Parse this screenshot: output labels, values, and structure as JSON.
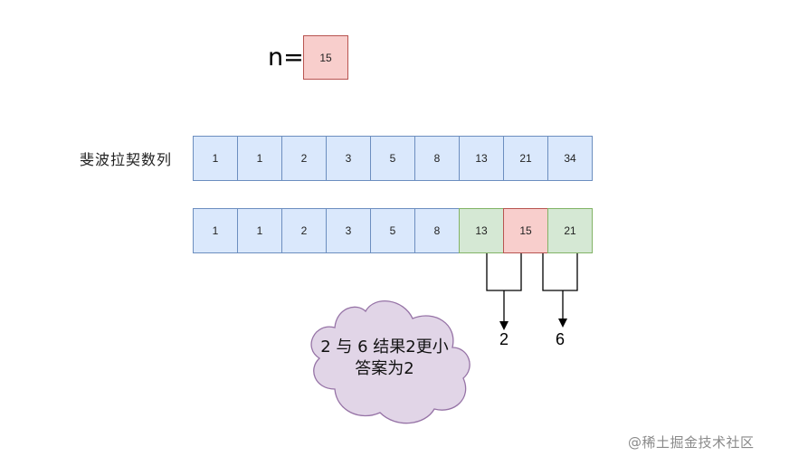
{
  "n_label": "n=",
  "n_value": "15",
  "row_label": "斐波拉契数列",
  "fib_row": [
    "1",
    "1",
    "2",
    "3",
    "5",
    "8",
    "13",
    "21",
    "34"
  ],
  "insert_row": [
    {
      "value": "1",
      "style": "blue"
    },
    {
      "value": "1",
      "style": "blue"
    },
    {
      "value": "2",
      "style": "blue"
    },
    {
      "value": "3",
      "style": "blue"
    },
    {
      "value": "5",
      "style": "blue"
    },
    {
      "value": "8",
      "style": "blue"
    },
    {
      "value": "13",
      "style": "green"
    },
    {
      "value": "15",
      "style": "red"
    },
    {
      "value": "21",
      "style": "green"
    }
  ],
  "diff_left": "2",
  "diff_right": "6",
  "cloud_line1": "2 与 6 结果2更小",
  "cloud_line2": "答案为2",
  "watermark": "@稀土掘金技术社区",
  "colors": {
    "blue_fill": "#dae8fc",
    "blue_stroke": "#6c8ebf",
    "green_fill": "#d5e8d4",
    "green_stroke": "#82b366",
    "red_fill": "#f8cecc",
    "red_stroke": "#b85450",
    "cloud_fill": "#e1d5e7",
    "cloud_stroke": "#9673a6"
  }
}
